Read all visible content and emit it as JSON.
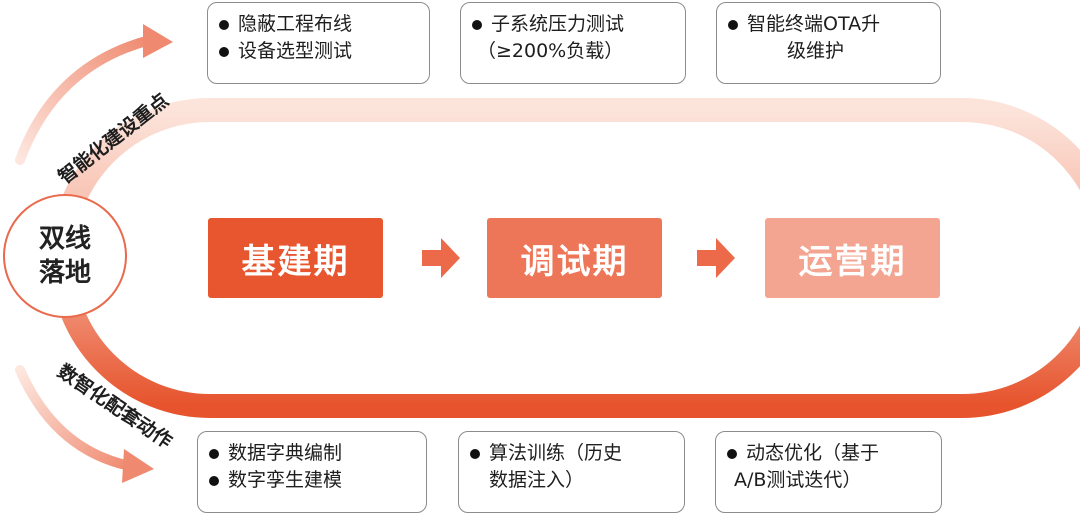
{
  "center": {
    "line1": "双线",
    "line2": "落地"
  },
  "labels": {
    "top_arc": "智能化建设重点",
    "bottom_arc": "数智化配套动作"
  },
  "phases": [
    {
      "label": "基建期",
      "color": "#e7562f"
    },
    {
      "label": "调试期",
      "color": "#ee7658"
    },
    {
      "label": "运营期",
      "color": "#f3a592"
    }
  ],
  "top_cards": [
    {
      "lines": [
        {
          "text": "隐蔽工程布线",
          "bullet": true
        },
        {
          "text": "设备选型测试",
          "bullet": true
        }
      ]
    },
    {
      "lines": [
        {
          "text": "子系统压力测试",
          "bullet": true
        },
        {
          "text": "（≥200%负载）",
          "bullet": false
        }
      ]
    },
    {
      "lines": [
        {
          "text": "智能终端OTA升",
          "bullet": true
        },
        {
          "text": "级维护",
          "bullet": false
        }
      ]
    }
  ],
  "bottom_cards": [
    {
      "lines": [
        {
          "text": "数据字典编制",
          "bullet": true
        },
        {
          "text": "数字孪生建模",
          "bullet": true
        }
      ]
    },
    {
      "lines": [
        {
          "text": "算法训练（历史",
          "bullet": true
        },
        {
          "text": "数据注入）",
          "bullet": false
        }
      ]
    },
    {
      "lines": [
        {
          "text": "动态优化（基于",
          "bullet": true
        },
        {
          "text": "A/B测试迭代）",
          "bullet": false
        }
      ]
    }
  ],
  "colors": {
    "accent": "#e7562f",
    "accent_light": "#fbe1d8",
    "card_border": "#8c8c8c"
  }
}
